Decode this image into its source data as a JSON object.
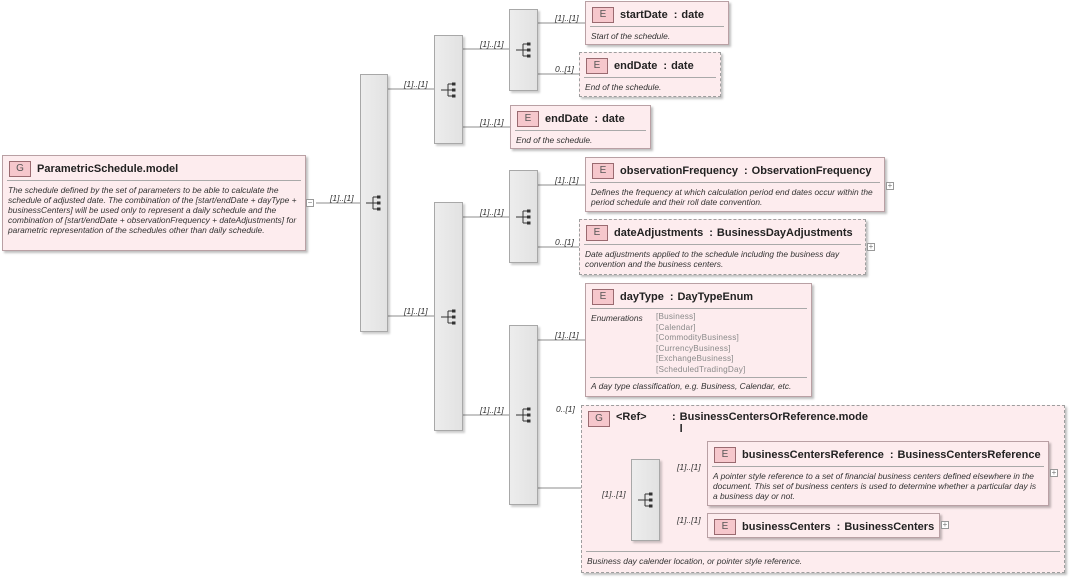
{
  "root": {
    "badge": "G",
    "title": "ParametricSchedule.model",
    "doc": "The schedule defined by the set of parameters to be able to calculate the schedule of adjusted date. The combination of the [start/endDate + dayType + businessCenters] will be used only to represent a daily schedule and the combination of [start/endDate + observationFrequency + dateAdjustments] for parametric representation of the schedules other than daily schedule."
  },
  "cardinalities": {
    "root_to_seq": "[1]..[1]",
    "seqA_top": "[1]..[1]",
    "seqA_bottom": "[1]..[1]",
    "seqB_top": "[1]..[1]",
    "seqB_bottom": "[1]..[1]",
    "start_date": "[1]..[1]",
    "end_date_optional": "0..[1]",
    "end_date": "[1]..[1]",
    "observation_frequency": "[1]..[1]",
    "date_adjustments": "0..[1]",
    "day_type": "[1]..[1]",
    "seqE_bottom": "[1]..[1]",
    "business_centers_or_reference": "0..[1]",
    "ref_seq": "[1]..[1]",
    "business_centers_reference": "[1]..[1]",
    "business_centers": "[1]..[1]"
  },
  "elements": {
    "start_date": {
      "badge": "E",
      "name": "startDate",
      "colon": ":",
      "type": "date",
      "doc": "Start of the schedule."
    },
    "end_date_optional": {
      "badge": "E",
      "name": "endDate",
      "colon": ":",
      "type": "date",
      "doc": "End of the schedule."
    },
    "end_date": {
      "badge": "E",
      "name": "endDate",
      "colon": ":",
      "type": "date",
      "doc": "End of the schedule."
    },
    "observation_frequency": {
      "badge": "E",
      "name": "observationFrequency",
      "colon": ":",
      "type": "ObservationFrequency",
      "doc": "Defines the frequency at which calculation period end dates occur within the period schedule and their roll date convention."
    },
    "date_adjustments": {
      "badge": "E",
      "name": "dateAdjustments",
      "colon": ":",
      "type": "BusinessDayAdjustments",
      "doc": "Date adjustments applied to the schedule including the business day convention and the business centers."
    },
    "day_type": {
      "badge": "E",
      "name": "dayType",
      "colon": ":",
      "type": "DayTypeEnum",
      "enum_label": "Enumerations",
      "enums": [
        "[Business]",
        "[Calendar]",
        "[CommodityBusiness]",
        "[CurrencyBusiness]",
        "[ExchangeBusiness]",
        "[ScheduledTradingDay]"
      ],
      "doc": "A day type classification, e.g. Business, Calendar, etc."
    },
    "business_centers_or_reference": {
      "badge": "G",
      "name": "<Ref>",
      "colon": ":",
      "type": "BusinessCentersOrReference.mode",
      "type_wrap": "l",
      "doc": "Business day calender location, or pointer style reference."
    },
    "business_centers_reference": {
      "badge": "E",
      "name": "businessCentersReference",
      "colon": ":",
      "type": "BusinessCentersReference",
      "doc": "A pointer style reference to a set of financial business centers defined elsewhere in the document. This set of business centers is used to determine whether a particular day is a business day or not."
    },
    "business_centers": {
      "badge": "E",
      "name": "businessCenters",
      "colon": ":",
      "type": "BusinessCenters"
    }
  },
  "expanders": {
    "collapse": "−",
    "expand": "+"
  }
}
